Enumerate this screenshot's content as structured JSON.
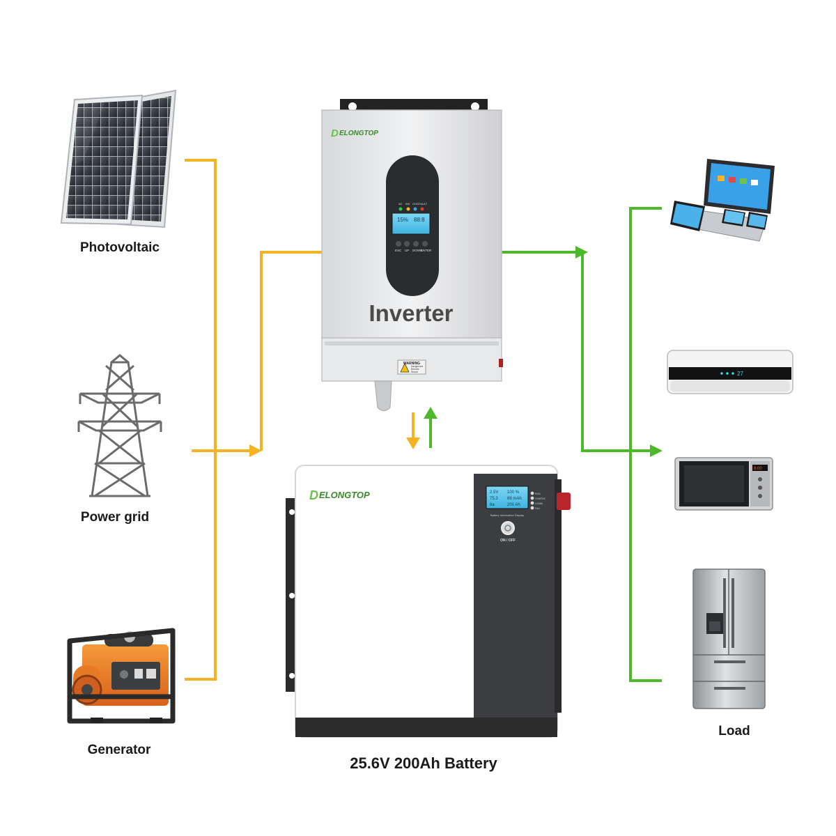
{
  "sources": {
    "pv": "Photovoltaic",
    "grid": "Power grid",
    "generator": "Generator"
  },
  "inverter": {
    "brand": "ELONGTOP",
    "brand_initial": "D",
    "title": "Inverter",
    "leds": [
      "AC",
      "INV",
      "CHG",
      "FAULT"
    ],
    "buttons": [
      "ESC",
      "UP",
      "DOWN",
      "ENTER"
    ],
    "warning": "WARNING",
    "warning_sub_1": "Dangerous",
    "warning_sub_2": "Electric",
    "warning_sub_3": "Shock"
  },
  "battery": {
    "brand": "ELONGTOP",
    "brand_initial": "D",
    "caption": "25.6V 200Ah Battery",
    "display_caption": "Battery Information Display",
    "switch_label": "ON / OFF",
    "status_leds": [
      "RUN",
      "CHARGE",
      "COMM",
      "FAU"
    ]
  },
  "loads": {
    "label": "Load"
  },
  "colors": {
    "input_line": "#f5b323",
    "output_line": "#4cb82a",
    "brand_green": "#6cc24a"
  }
}
